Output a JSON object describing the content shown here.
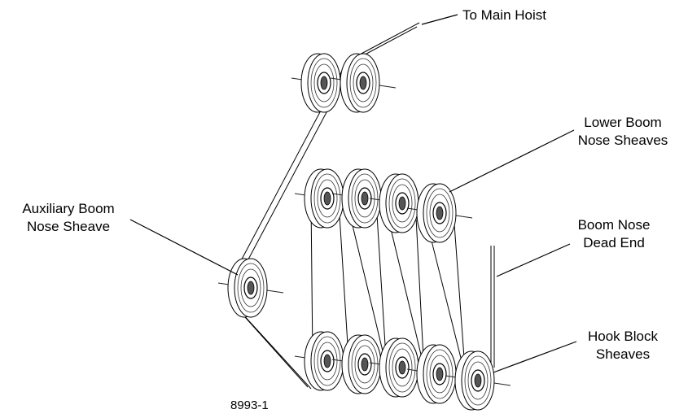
{
  "labels": {
    "to_main_hoist": "To Main Hoist",
    "lower_boom_line1": "Lower Boom",
    "lower_boom_line2": "Nose Sheaves",
    "aux_boom_line1": "Auxiliary Boom",
    "aux_boom_line2": "Nose Sheave",
    "boom_nose_line1": "Boom Nose",
    "boom_nose_line2": "Dead End",
    "hook_block_line1": "Hook Block",
    "hook_block_line2": "Sheaves",
    "figure_id": "8993-1"
  }
}
